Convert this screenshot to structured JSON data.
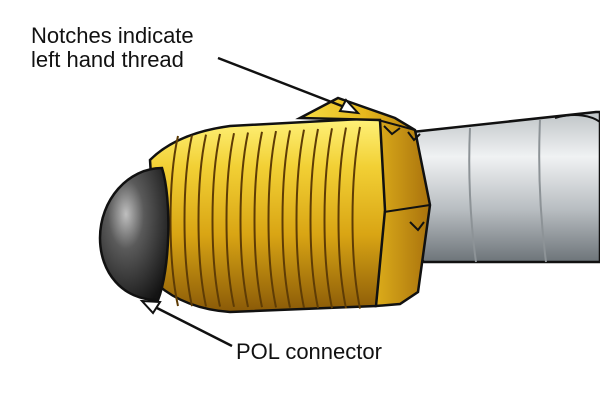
{
  "annotations": {
    "notches_line1": "Notches indicate",
    "notches_line2": "left hand thread",
    "pol": "POL connector"
  },
  "colors": {
    "brass_light": "#f7e34d",
    "brass_mid": "#e2b117",
    "brass_dark": "#8a5a08",
    "hose_light": "#e7e9ea",
    "hose_dark": "#6d7479",
    "rubber_tip": "#2a2a2a",
    "outline": "#111111"
  },
  "icons": [
    "arrow-icon"
  ]
}
